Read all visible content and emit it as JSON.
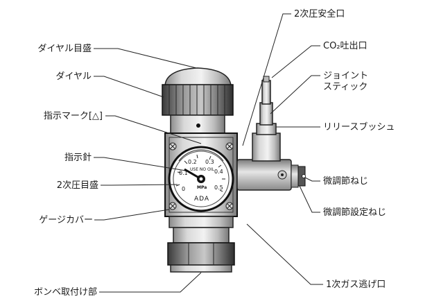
{
  "labels": {
    "dial_scale": "ダイヤル目盛",
    "dial": "ダイヤル",
    "indicator_mark": "指示マーク[△]",
    "indicator_needle": "指示針",
    "secondary_pressure_scale": "2次圧目盛",
    "gauge_cover": "ゲージカバー",
    "cylinder_mount": "ボンベ取付け部",
    "secondary_safety_port": "2次圧安全口",
    "co2_outlet": "CO₂吐出口",
    "joint_stick_line1": "ジョイント",
    "joint_stick_line2": "スティック",
    "release_bush": "リリースブッシュ",
    "fine_adjust_screw": "微調節ねじ",
    "fine_adjust_set_screw": "微調節設定ねじ",
    "primary_gas_escape_port": "1次ガス逃げ口"
  },
  "gauge": {
    "ticks_left": [
      "0",
      "0.1",
      "0.2"
    ],
    "ticks_right": [
      "0.3",
      "0.4",
      "0.5"
    ],
    "caption": "USE NO OIL",
    "unit": "MPa",
    "brand": "ADA"
  }
}
